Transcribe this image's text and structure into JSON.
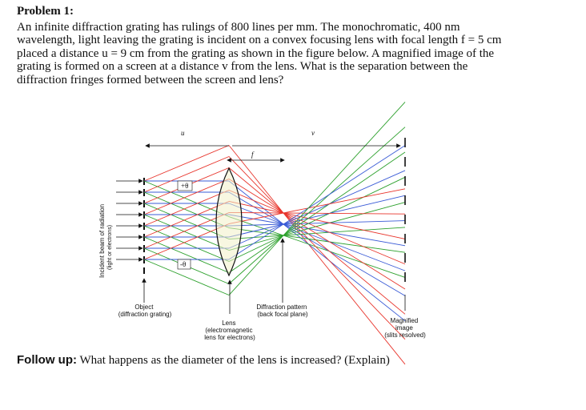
{
  "problem": {
    "title": "Problem 1:",
    "lines": [
      "An infinite diffraction grating has rulings of 800 lines per mm. The monochromatic, 400 nm",
      "wavelength, light leaving the grating is incident on a convex focusing lens with focal length f = 5 cm",
      "placed a distance u = 9 cm from the grating as shown in the figure below. A magnified image of the",
      "grating is formed on a screen at a distance v from the lens. What is the separation between the",
      "diffraction fringes formed between the screen and lens?"
    ]
  },
  "figure": {
    "u_label": "u",
    "v_label": "v",
    "f_label": "f",
    "plus_theta": "+θ",
    "minus_theta": "-θ",
    "incident_beam": [
      "Incident beam of radiation",
      "(light or electrons)"
    ],
    "object_label": [
      "Object",
      "(diffraction grating)"
    ],
    "lens_label": [
      "Lens",
      "(electromagnetic",
      "lens for electrons)"
    ],
    "pattern_label": [
      "Diffraction pattern",
      "(back focal plane)"
    ],
    "image_label": [
      "Magnified",
      "image",
      "(slits resolved)"
    ],
    "colors": {
      "red": "#e8352c",
      "blue": "#3a5bd6",
      "green": "#2ca02c",
      "lens_fill": "#f3f0c8"
    }
  },
  "followup": {
    "prefix": "Follow up:",
    "text": " What happens as the diameter of the lens is increased? (Explain)"
  }
}
